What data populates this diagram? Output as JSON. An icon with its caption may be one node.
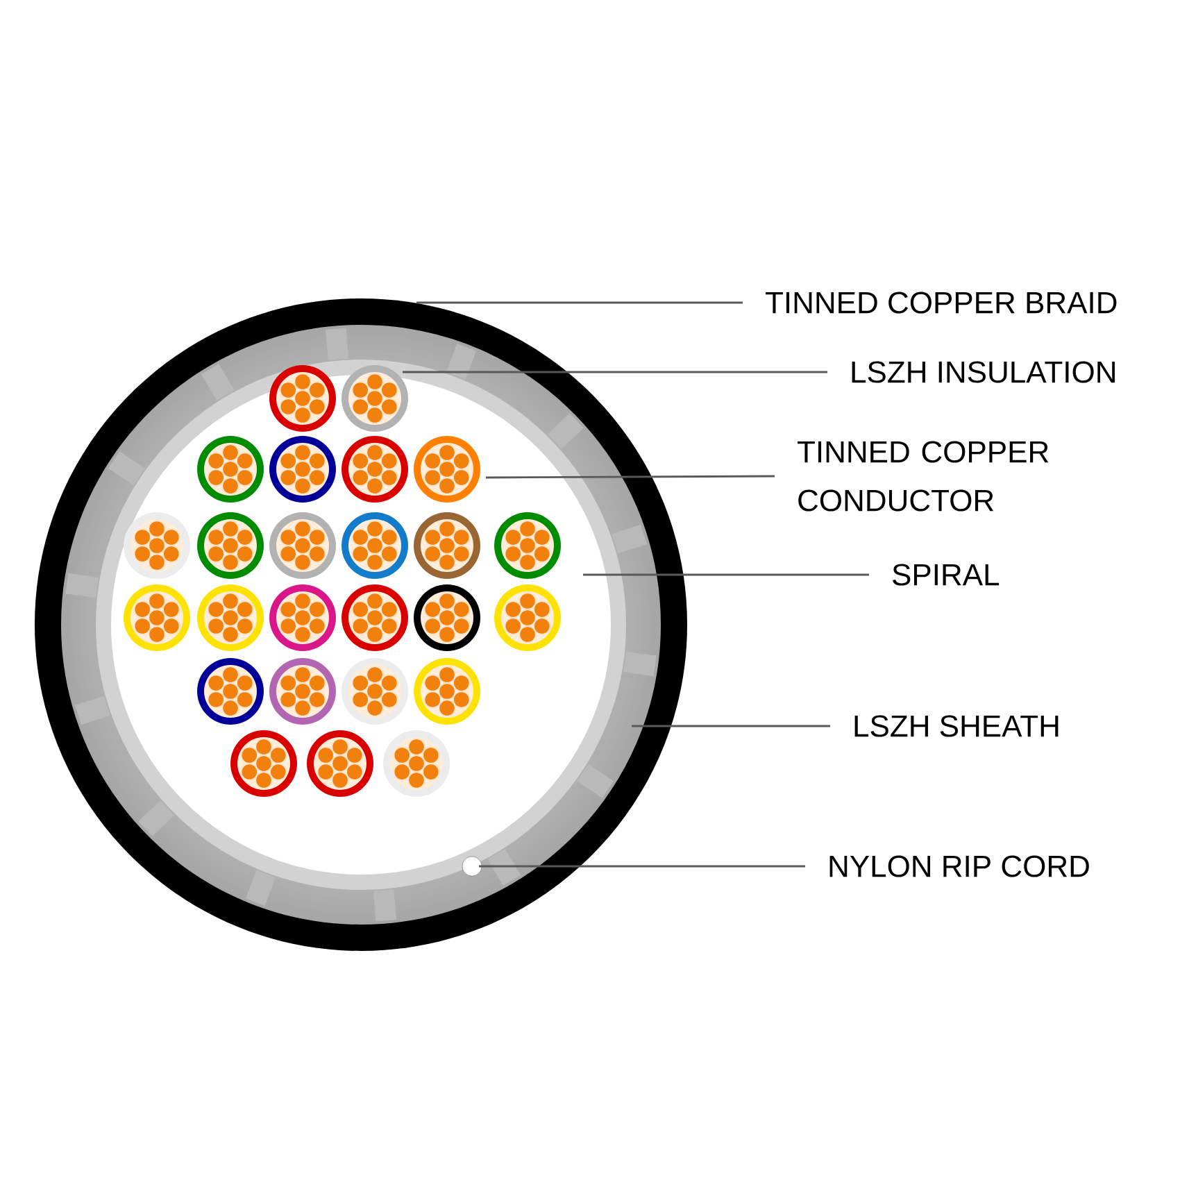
{
  "diagram": {
    "nodes": [
      {
        "text": [
          "TINNED COPPER BRAID"
        ]
      },
      {
        "text": [
          "LSZH INSULATION"
        ]
      },
      {
        "text": [
          "TINNED COPPER CONDUCTOR"
        ]
      },
      {
        "text": [
          "SPIRAL"
        ]
      },
      {
        "text": [
          "LSZH SHEATH"
        ]
      },
      {
        "text": [
          "NYLON RIP CORD"
        ]
      }
    ],
    "edges": [
      {
        "from": 0,
        "to": null,
        "arrow": "none"
      },
      {
        "from": 1,
        "to": null,
        "arrow": "none"
      },
      {
        "from": 2,
        "to": null,
        "arrow": "none"
      },
      {
        "from": 3,
        "to": null,
        "arrow": "none"
      },
      {
        "from": 4,
        "to": null,
        "arrow": "none"
      },
      {
        "from": 5,
        "to": null,
        "arrow": "none"
      }
    ]
  }
}
